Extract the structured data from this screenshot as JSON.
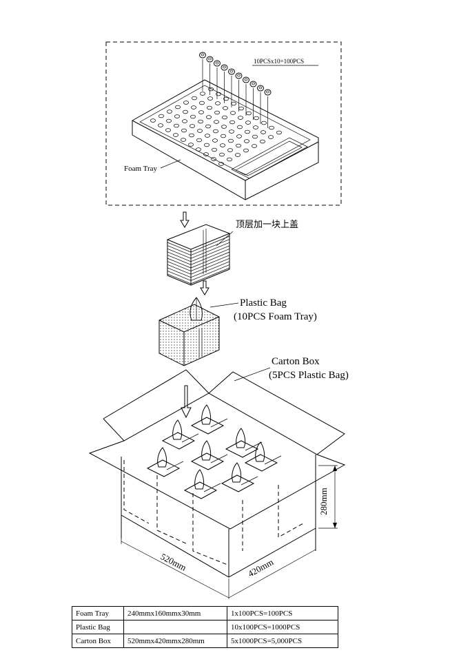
{
  "labels": {
    "tray_count": "10PCSx10=100PCS",
    "foam_tray": "Foam Tray",
    "top_cover": "顶层加一块上盖",
    "plastic_bag": "Plastic Bag",
    "plastic_bag_detail": "(10PCS Foam Tray)",
    "carton_box": "Carton Box",
    "carton_box_detail": "(5PCS Plastic Bag)",
    "dim_length": "520mm",
    "dim_width": "420mm",
    "dim_height": "280mm"
  },
  "table": {
    "rows": [
      {
        "name": "Foam Tray",
        "size": "240mmx160mmx30mm",
        "qty": "1x100PCS=100PCS"
      },
      {
        "name": "Plastic Bag",
        "size": "",
        "qty": "10x100PCS=1000PCS"
      },
      {
        "name": "Carton Box",
        "size": "520mmx420mmx280mm",
        "qty": "5x1000PCS=5,000PCS"
      }
    ]
  }
}
